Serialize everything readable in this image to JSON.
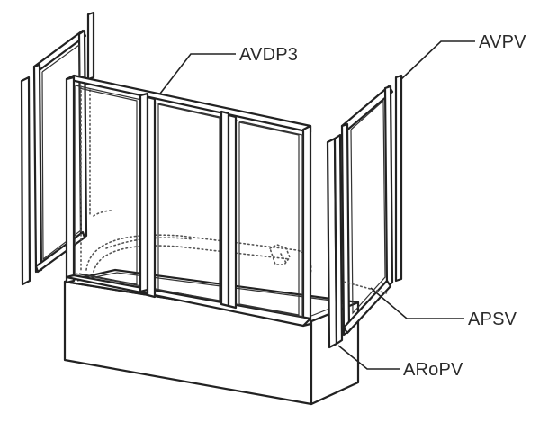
{
  "labels": {
    "avdp3": "AVDP3",
    "avpv": "AVPV",
    "apsv": "APSV",
    "aropv": "ARoPV"
  }
}
